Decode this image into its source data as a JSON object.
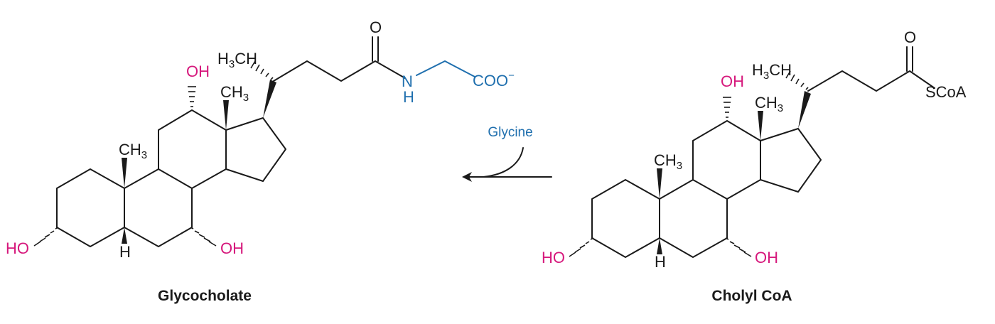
{
  "diagram": {
    "product": {
      "name": "Glycocholate",
      "hydroxyl": "OH",
      "hydroxyl_left": "HO",
      "methyl": "CH",
      "methyl_sub": "3",
      "methyl_left": "H",
      "hydrogen": "H",
      "carbonyl_o": "O",
      "amide_n": "N",
      "amide_h": "H",
      "carboxylate": "COO",
      "charge": "−"
    },
    "reactant": {
      "name": "Cholyl CoA",
      "hydroxyl": "OH",
      "hydroxyl_left": "HO",
      "methyl": "CH",
      "methyl_sub": "3",
      "methyl_left": "H",
      "hydrogen": "H",
      "carbonyl_o": "O",
      "thioester": "SCoA"
    },
    "reaction": {
      "reagent": "Glycine"
    },
    "colors": {
      "bond": "#1a1a1a",
      "hydroxyl": "#d6187c",
      "glycine": "#1f6fae"
    }
  }
}
